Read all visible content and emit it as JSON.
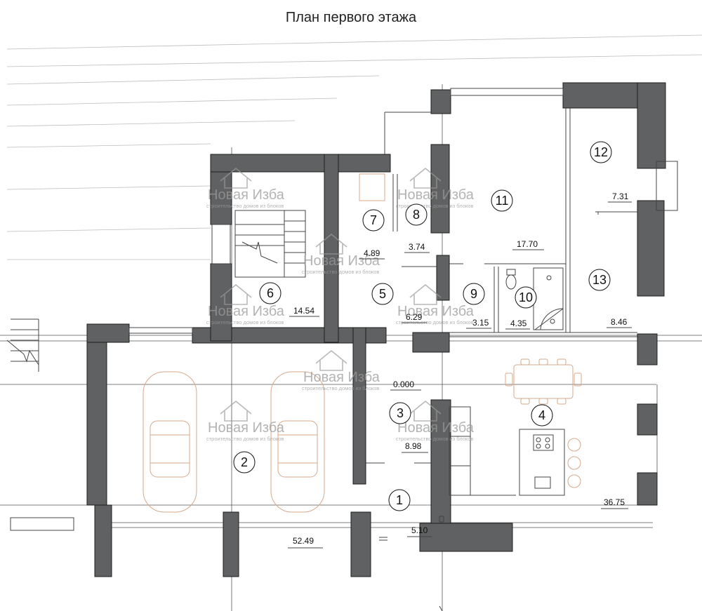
{
  "title": "План первого этажа",
  "watermark": {
    "brand": "Новая Изба",
    "tagline": "строительство домов из блоков"
  },
  "rooms": [
    {
      "number": "1"
    },
    {
      "number": "2"
    },
    {
      "number": "3"
    },
    {
      "number": "4"
    },
    {
      "number": "5"
    },
    {
      "number": "6"
    },
    {
      "number": "7"
    },
    {
      "number": "8"
    },
    {
      "number": "9"
    },
    {
      "number": "10"
    },
    {
      "number": "11"
    },
    {
      "number": "12"
    },
    {
      "number": "13"
    }
  ],
  "areas": [
    "52.49",
    "5.10",
    "8.98",
    "36.75",
    "6.29",
    "3.15",
    "4.35",
    "8.46",
    "14.54",
    "4.89",
    "3.74",
    "17.70",
    "7.31"
  ],
  "level_mark": "0.000"
}
